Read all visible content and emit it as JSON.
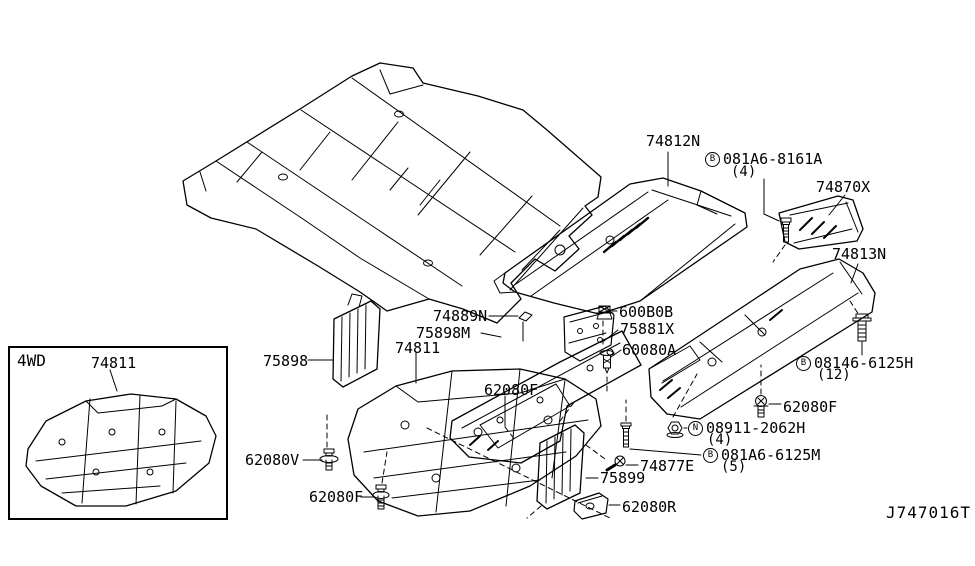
{
  "diagram": {
    "code": "J747016T",
    "inset_label": "4WD"
  },
  "parts": {
    "insulator_main": "74811",
    "insulator_4wd": "74811",
    "front_under_cover": "74812N",
    "rear_under_cover": "74813N",
    "crossmember": "74870X",
    "clip_74889n": "74889N",
    "center_under_cover": "75898M",
    "clip_600b0b": "600B0B",
    "closing_plate": "75881X",
    "clip_60080a": "60080A",
    "side_bracket_left": "75898",
    "side_bracket_right": "75899",
    "bolt_62080f": "62080F",
    "bolt_62080v": "62080V",
    "screw_74877e": "74877E",
    "bracket_62080r": "62080R"
  },
  "hardware_callouts": [
    {
      "symbol": "B",
      "number": "081A6-8161A",
      "qty": "(4)"
    },
    {
      "symbol": "B",
      "number": "08146-6125H",
      "qty": "(12)"
    },
    {
      "symbol": "N",
      "number": "08911-2062H",
      "qty": "(4)"
    },
    {
      "symbol": "B",
      "number": "081A6-6125M",
      "qty": "(5)"
    }
  ]
}
